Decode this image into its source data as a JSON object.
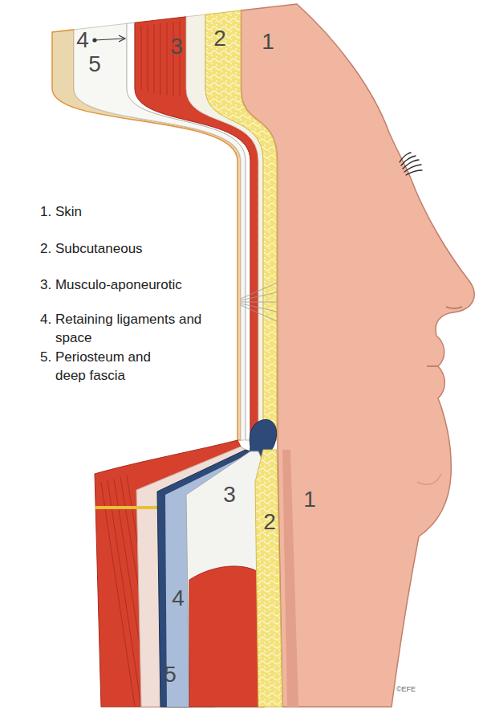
{
  "diagram": {
    "labels": [
      "1. Skin",
      "2. Subcutaneous",
      "3. Musculo-aponeurotic",
      "4. Retaining ligaments and space",
      "5. Periosteum and deep fascia",
      "4",
      "5",
      "3",
      "2",
      "1",
      "1",
      "2",
      "3",
      "4",
      "5",
      "©EFE"
    ]
  }
}
